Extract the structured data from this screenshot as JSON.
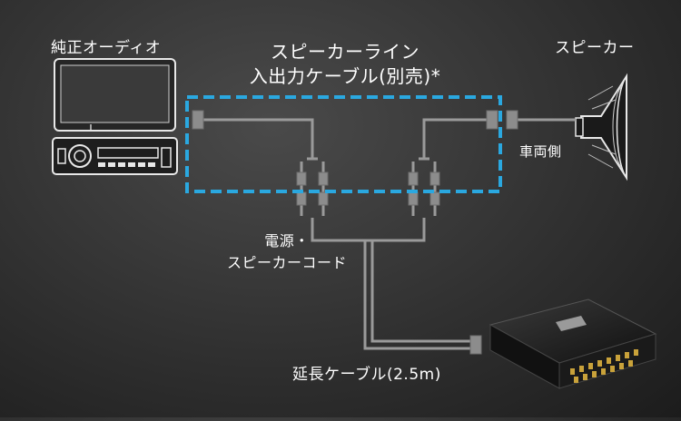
{
  "labels": {
    "head_unit": "純正オーディオ",
    "speaker": "スピーカー",
    "cable_title_line1": "スピーカーライン",
    "cable_title_line2": "入出力ケーブル(別売)*",
    "car_side": "車両側",
    "power_line1": "電源・",
    "power_line2": "スピーカーコード",
    "extension_cable": "延長ケーブル(2.5m)"
  },
  "colors": {
    "dashed_box": "#2aa8e0",
    "cable": "#9a9a9a",
    "connector": "#8c8c8c",
    "text": "#ffffff"
  }
}
